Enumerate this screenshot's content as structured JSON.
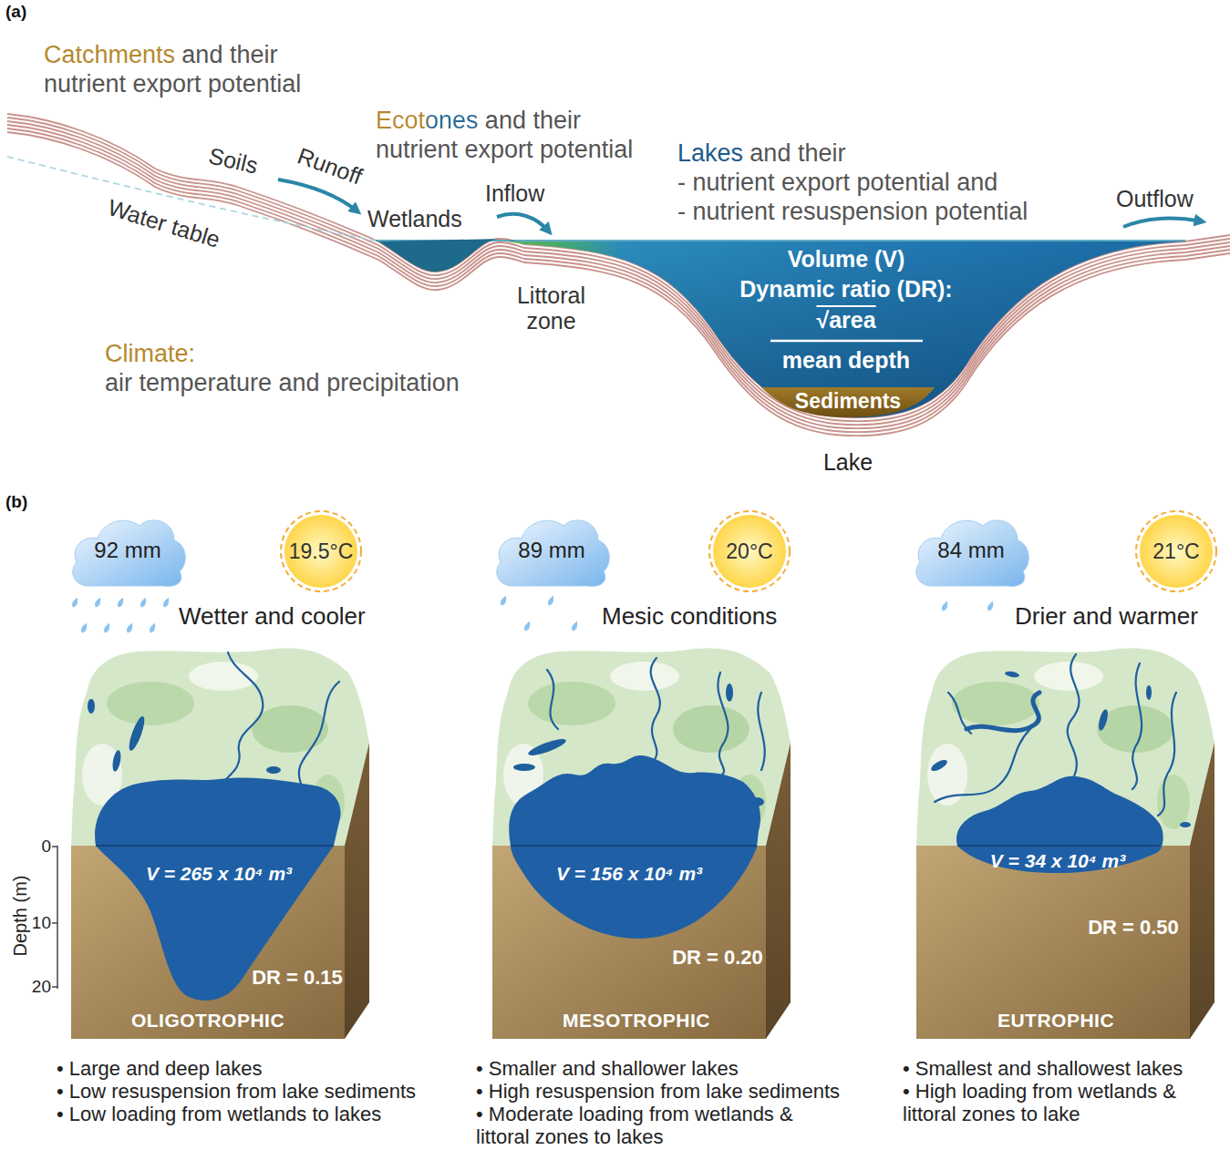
{
  "diagram": {
    "nodes": [
      {
        "text": [
          "Volume (V)",
          "Dynamic ratio (DR):",
          "√area",
          "mean depth",
          "Lake"
        ]
      },
      {
        "text": [
          "Sediments"
        ],
        "in": 0
      },
      {
        "text": [
          "92 mm"
        ]
      },
      {
        "text": [
          "19.5°C"
        ]
      },
      {
        "text": [
          "89 mm"
        ]
      },
      {
        "text": [
          "20°C"
        ]
      },
      {
        "text": [
          "84 mm"
        ]
      },
      {
        "text": [
          "21°C"
        ]
      },
      {
        "text": [
          "V = 265 x 10⁴ m³",
          "DR = 0.15",
          "OLIGOTROPHIC"
        ]
      },
      {
        "text": [
          "V = 156 x 10⁴ m³",
          "DR = 0.20",
          "MESOTROPHIC"
        ]
      },
      {
        "text": [
          "V = 34 x 10⁴ m³",
          "DR = 0.50",
          "EUTROPHIC"
        ]
      }
    ],
    "labels": [
      "(a)",
      "Catchments",
      "and their nutrient export potential",
      "Ecotones",
      "and their nutrient export potential",
      "Lakes",
      "and their",
      "- nutrient export potential and",
      "- nutrient resuspension potential",
      "Soils",
      "Runoff",
      "Water table",
      "Wetlands",
      "Inflow",
      "Outflow",
      "Littoral zone",
      "Climate:",
      "air temperature and precipitation",
      "(b)",
      "Wetter and cooler",
      "Mesic conditions",
      "Drier and warmer",
      "Depth (m)",
      "0",
      "10",
      "20",
      "• Large and deep lakes",
      "• Low resuspension from lake sediments",
      "• Low loading from wetlands to lakes",
      "• Smaller and shallower lakes",
      "• High resuspension from lake sediments",
      "• Moderate loading from wetlands & littoral zones to lakes",
      "• Smallest and shallowest lakes",
      "• High loading from wetlands & littoral zones to lake"
    ]
  }
}
